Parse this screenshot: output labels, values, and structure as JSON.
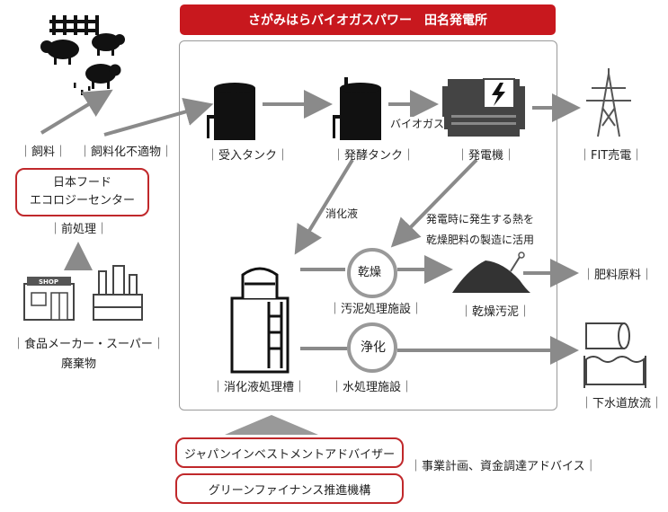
{
  "title": "さがみはらバイオガスパワー　田名発電所",
  "sources": {
    "feed_label": "｜飼料｜",
    "unsuitable_label": "｜飼料化不適物｜",
    "center_line1": "日本フード",
    "center_line2": "エコロジーセンター",
    "pretreatment_label": "｜前処理｜",
    "shop_sign": "SHOP",
    "waste_line1": "｜食品メーカー・スーパー｜",
    "waste_line2": "廃棄物"
  },
  "plant": {
    "receiving_tank": "｜受入タンク｜",
    "fermentation_tank": "｜発酵タンク｜",
    "biogas": "バイオガス",
    "generator": "｜発電機｜",
    "digestate": "消化液",
    "heat_line1": "発電時に発生する熱を",
    "heat_line2": "乾燥肥料の製造に活用",
    "drying_circle": "乾燥",
    "sludge_facility": "｜汚泥処理施設｜",
    "dried_sludge": "｜乾燥汚泥｜",
    "purify_circle": "浄化",
    "digestate_tank": "｜消化液処理槽｜",
    "water_facility": "｜水処理施設｜"
  },
  "outputs": {
    "fit": "｜FIT売電｜",
    "fertilizer": "｜肥料原料｜",
    "sewer": "｜下水道放流｜"
  },
  "support": {
    "advisor": "ジャパンインベストメントアドバイザー",
    "fund": "グリーンファイナンス推進機構",
    "advice": "｜事業計画、資金調達アドバイス｜"
  },
  "colors": {
    "accent_red": "#c8181e",
    "arrow_gray": "#8a8a8a",
    "icon_black": "#111111"
  }
}
